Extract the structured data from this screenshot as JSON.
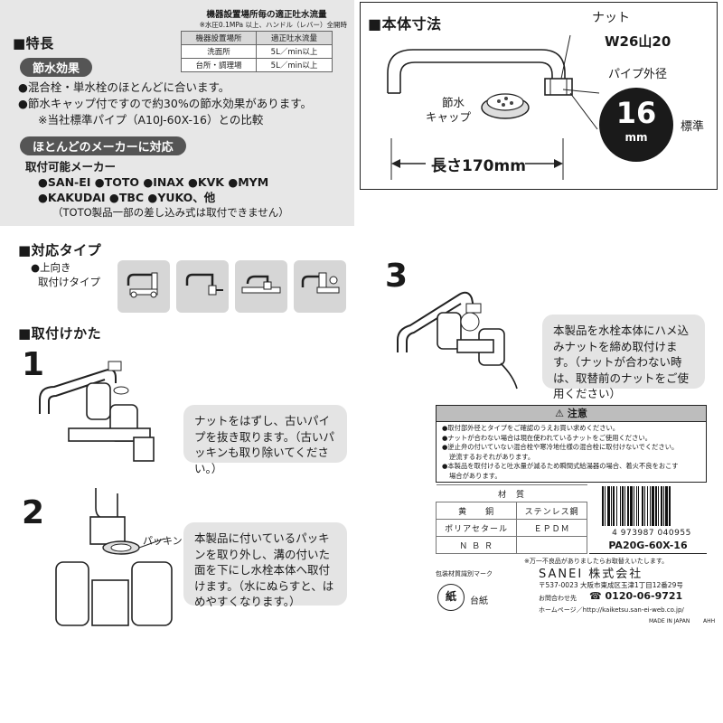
{
  "features": {
    "heading": "■特長",
    "water_saving_pill": "節水効果",
    "bullets": [
      "●混合栓・単水栓のほとんどに合います。",
      "●節水キャップ付ですので約30%の節水効果があります。",
      "※当社標準パイプ（A10J-60X-16）との比較"
    ],
    "maker_pill": "ほとんどのメーカーに対応",
    "maker_label": "取付可能メーカー",
    "maker_line1": "●SAN-EI ●TOTO ●INAX ●KVK ●MYM",
    "maker_line2": "●KAKUDAI ●TBC ●YUKO、他",
    "maker_note": "（TOTO製品一部の差し込み式は取付できません）"
  },
  "flow_table": {
    "title": "機器設置場所毎の適正吐水流量",
    "subtitle": "※水圧0.1MPa 以上、ハンドル（レバー）全開時",
    "headers": [
      "機器設置場所",
      "適正吐水流量"
    ],
    "rows": [
      [
        "洗面所",
        "5L／min以上"
      ],
      [
        "台所・調理場",
        "5L／min以上"
      ]
    ]
  },
  "dimensions": {
    "heading": "■本体寸法",
    "nut_label": "ナット",
    "nut_size": "W26山20",
    "pipe_dia_label": "パイプ外径",
    "diameter_value": "16",
    "diameter_unit": "mm",
    "standard_label": "標準",
    "cap_label_1": "節水",
    "cap_label_2": "キャップ",
    "length_label": "長さ170mm"
  },
  "types": {
    "heading": "■対応タイプ",
    "sub1": "●上向き",
    "sub2": "取付けタイプ",
    "icons": [
      "two-handle-faucet-icon",
      "single-faucet-icon",
      "deck-mount-faucet-icon",
      "wall-mixer-faucet-icon"
    ]
  },
  "install": {
    "heading": "■取付けかた",
    "steps": [
      {
        "num": "1",
        "text": "ナットをはずし、古いパイプを抜き取ります。（古いパッキンも取り除いてください。）"
      },
      {
        "num": "2",
        "text": "本製品に付いているパッキンを取り外し、溝の付いた面を下にし水栓本体へ取付けます。（水にぬらすと、はめやすくなります。）"
      },
      {
        "num": "3",
        "text": "本製品を水栓本体にハメ込みナットを締め取付けます。（ナットが合わない時は、取替前のナットをご使用ください）"
      }
    ],
    "packing_label": "パッキン"
  },
  "caution": {
    "title": "⚠ 注意",
    "items": [
      "●取付部外径とタイプをご確認のうえお買い求めください。",
      "●ナットが合わない場合は現在使われているナットをご使用ください。",
      "●逆止弁の付いていない混合栓や寒冷地仕様の混合栓に取付けないでください。",
      "逆流するおそれがあります。",
      "●本製品を取付けると吐水量が減るため瞬間式給湯器の場合、着火不良をおこす",
      "場合があります。"
    ]
  },
  "materials": {
    "header": "材　質",
    "rows": [
      [
        "黄　　銅",
        "ステンレス鋼"
      ],
      [
        "ポリアセタール",
        "ＥＰＤＭ"
      ],
      [
        "Ｎ Ｂ Ｒ",
        ""
      ]
    ]
  },
  "barcode": {
    "number": "4 973987 040955",
    "product_code": "PA20G-60X-16"
  },
  "footer": {
    "disclaimer": "※万一不良品がありましたらお取替えいたします。",
    "recycle_label": "包装材質識別マーク",
    "recycle_mark": "紙",
    "recycle_material": "台紙",
    "company": "SANEI 株式会社",
    "address": "〒537-0023 大阪市東成区玉津1丁目12番29号",
    "phone_label": "お問合わせ先",
    "phone": "☎ 0120-06-9721",
    "homepage": "ホームページ／http://kaiketsu.san-ei-web.co.jp/",
    "made_in": "MADE IN JAPAN",
    "lot": "AHH"
  }
}
